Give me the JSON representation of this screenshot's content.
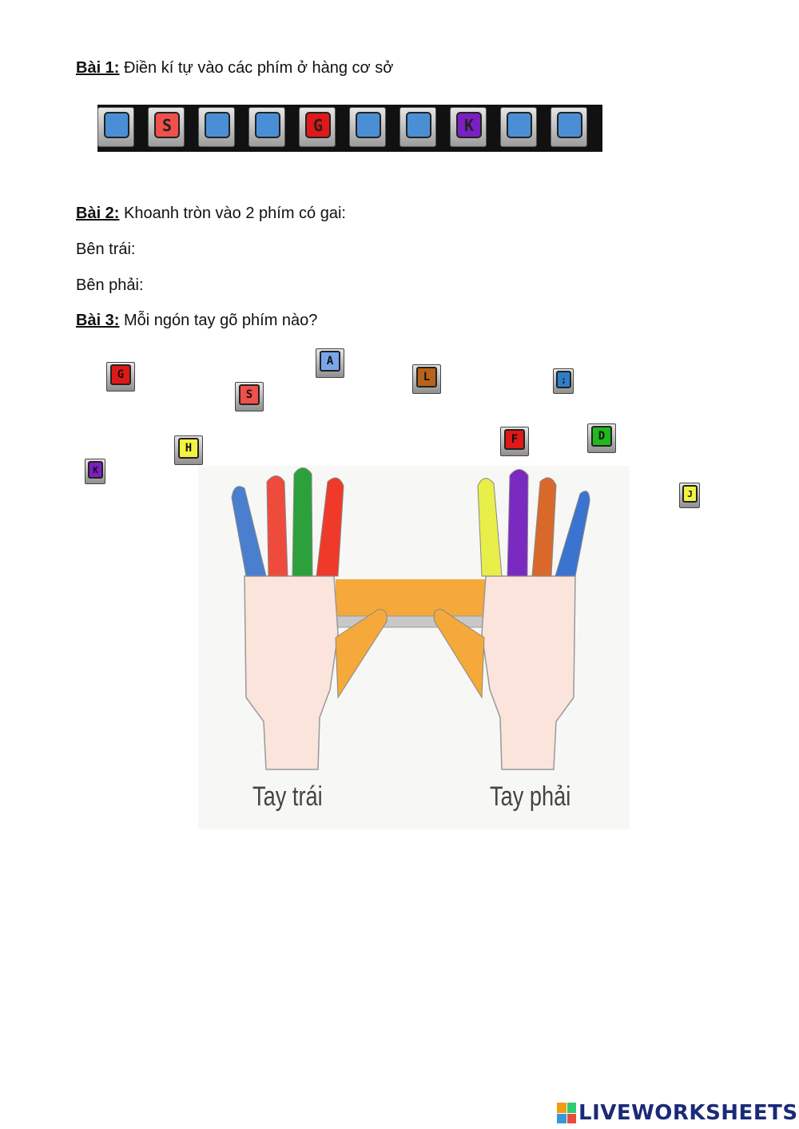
{
  "ex1": {
    "label": "Bài 1:",
    "text": " Điền kí tự vào các phím ở hàng cơ sở"
  },
  "home_row_keys": [
    {
      "letter": "",
      "color": "#4a8fd6"
    },
    {
      "letter": "S",
      "color": "#f0504a"
    },
    {
      "letter": "",
      "color": "#4a8fd6"
    },
    {
      "letter": "",
      "color": "#4a8fd6"
    },
    {
      "letter": "G",
      "color": "#e01818"
    },
    {
      "letter": "",
      "color": "#4a8fd6"
    },
    {
      "letter": "",
      "color": "#4a8fd6"
    },
    {
      "letter": "K",
      "color": "#7b1fc0"
    },
    {
      "letter": "",
      "color": "#4a8fd6"
    },
    {
      "letter": "",
      "color": "#4a8fd6"
    }
  ],
  "ex2": {
    "label": "Bài 2:",
    "text": " Khoanh tròn vào 2 phím có gai:"
  },
  "left_side": "Bên trái:",
  "right_side": "Bên phải:",
  "ex3": {
    "label": "Bài 3:",
    "text": " Mỗi ngón tay gõ phím nào?"
  },
  "drag_keys": [
    {
      "letter": "G",
      "color": "#e01818"
    },
    {
      "letter": "S",
      "color": "#f0504a"
    },
    {
      "letter": "A",
      "color": "#7aa6e8"
    },
    {
      "letter": "L",
      "color": "#b8621b"
    },
    {
      "letter": ";",
      "color": "#2f7ec9"
    },
    {
      "letter": "H",
      "color": "#f2f243"
    },
    {
      "letter": "F",
      "color": "#e01818"
    },
    {
      "letter": "D",
      "color": "#1fb81f"
    },
    {
      "letter": "K",
      "color": "#7b1fc0"
    },
    {
      "letter": "J",
      "color": "#f2f243"
    }
  ],
  "hands": {
    "left_label": "Tay trái",
    "right_label": "Tay phải"
  },
  "brand": "LIVEWORKSHEETS"
}
